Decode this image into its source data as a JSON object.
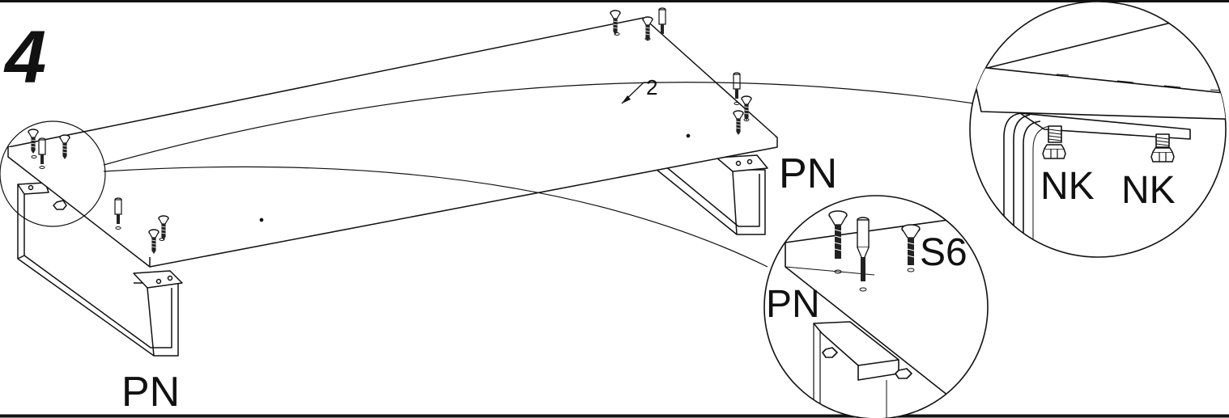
{
  "step": {
    "number": "4"
  },
  "labels": {
    "part_top": "2",
    "leg_left": "PN",
    "leg_right": "PN",
    "detail_leg": "PN",
    "detail_screw": "S6",
    "nut_left": "NK",
    "nut_right": "NK"
  },
  "colors": {
    "line": "#111111",
    "background": "#ffffff",
    "hatch": "#555555"
  },
  "icons": [
    "screw-icon",
    "dowel-pin-icon",
    "nut-icon",
    "u-leg-icon"
  ]
}
